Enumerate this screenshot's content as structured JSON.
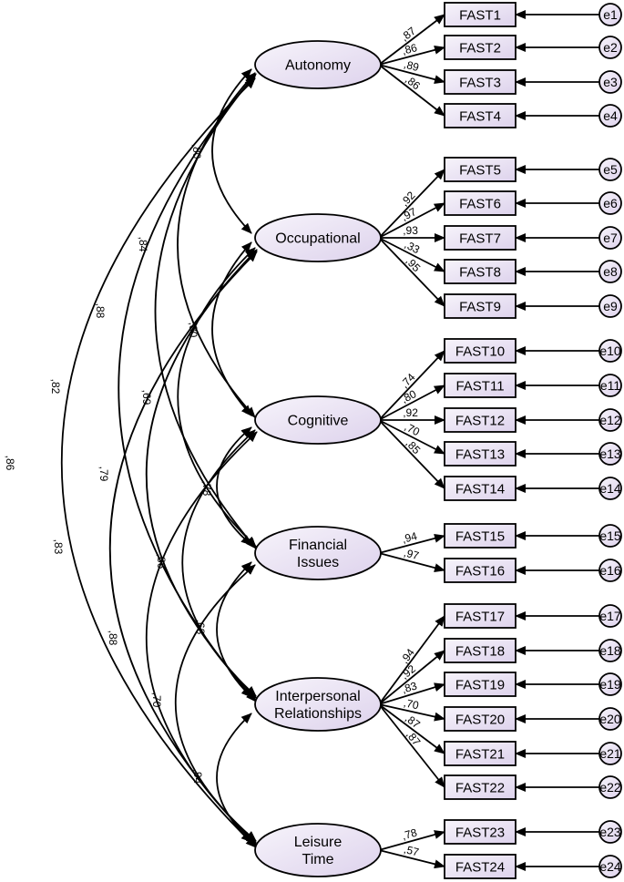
{
  "latent": {
    "autonomy": {
      "label": [
        "Autonomy"
      ]
    },
    "occupational": {
      "label": [
        "Occupational"
      ]
    },
    "cognitive": {
      "label": [
        "Cognitive"
      ]
    },
    "financial": {
      "label": [
        "Financial",
        "Issues"
      ]
    },
    "interpersonal": {
      "label": [
        "Interpersonal",
        "Relationships"
      ]
    },
    "leisure": {
      "label": [
        "Leisure",
        "Time"
      ]
    }
  },
  "indicators": [
    {
      "label": "FAST1",
      "error": "e1",
      "loading": ",87",
      "factor": "autonomy"
    },
    {
      "label": "FAST2",
      "error": "e2",
      "loading": ",86",
      "factor": "autonomy"
    },
    {
      "label": "FAST3",
      "error": "e3",
      "loading": ",89",
      "factor": "autonomy"
    },
    {
      "label": "FAST4",
      "error": "e4",
      "loading": ",86",
      "factor": "autonomy"
    },
    {
      "label": "FAST5",
      "error": "e5",
      "loading": ",92",
      "factor": "occupational"
    },
    {
      "label": "FAST6",
      "error": "e6",
      "loading": ",97",
      "factor": "occupational"
    },
    {
      "label": "FAST7",
      "error": "e7",
      "loading": ",93",
      "factor": "occupational"
    },
    {
      "label": "FAST8",
      "error": "e8",
      "loading": ",33",
      "factor": "occupational"
    },
    {
      "label": "FAST9",
      "error": "e9",
      "loading": ",95",
      "factor": "occupational"
    },
    {
      "label": "FAST10",
      "error": "e10",
      "loading": ",74",
      "factor": "cognitive"
    },
    {
      "label": "FAST11",
      "error": "e11",
      "loading": ",80",
      "factor": "cognitive"
    },
    {
      "label": "FAST12",
      "error": "e12",
      "loading": ",92",
      "factor": "cognitive"
    },
    {
      "label": "FAST13",
      "error": "e13",
      "loading": ",70",
      "factor": "cognitive"
    },
    {
      "label": "FAST14",
      "error": "e14",
      "loading": ",85",
      "factor": "cognitive"
    },
    {
      "label": "FAST15",
      "error": "e15",
      "loading": ",94",
      "factor": "financial"
    },
    {
      "label": "FAST16",
      "error": "e16",
      "loading": ",97",
      "factor": "financial"
    },
    {
      "label": "FAST17",
      "error": "e17",
      "loading": ",94",
      "factor": "interpersonal"
    },
    {
      "label": "FAST18",
      "error": "e18",
      "loading": ",92",
      "factor": "interpersonal"
    },
    {
      "label": "FAST19",
      "error": "e19",
      "loading": ",83",
      "factor": "interpersonal"
    },
    {
      "label": "FAST20",
      "error": "e20",
      "loading": ",70",
      "factor": "interpersonal"
    },
    {
      "label": "FAST21",
      "error": "e21",
      "loading": ",87",
      "factor": "interpersonal"
    },
    {
      "label": "FAST22",
      "error": "e22",
      "loading": ",87",
      "factor": "interpersonal"
    },
    {
      "label": "FAST23",
      "error": "e23",
      "loading": ",78",
      "factor": "leisure"
    },
    {
      "label": "FAST24",
      "error": "e24",
      "loading": ",57",
      "factor": "leisure"
    }
  ],
  "correlations": [
    {
      "from": "autonomy",
      "to": "occupational",
      "value": ",80"
    },
    {
      "from": "autonomy",
      "to": "cognitive",
      "value": ",84"
    },
    {
      "from": "autonomy",
      "to": "financial",
      "value": ",88"
    },
    {
      "from": "autonomy",
      "to": "interpersonal",
      "value": ",82"
    },
    {
      "from": "autonomy",
      "to": "leisure",
      "value": ",86"
    },
    {
      "from": "occupational",
      "to": "cognitive",
      "value": ",80"
    },
    {
      "from": "occupational",
      "to": "financial",
      "value": ",69"
    },
    {
      "from": "occupational",
      "to": "interpersonal",
      "value": ",79"
    },
    {
      "from": "occupational",
      "to": "leisure",
      "value": ",83"
    },
    {
      "from": "cognitive",
      "to": "financial",
      "value": ",78"
    },
    {
      "from": "cognitive",
      "to": "interpersonal",
      "value": ",86"
    },
    {
      "from": "cognitive",
      "to": "leisure",
      "value": ",88"
    },
    {
      "from": "financial",
      "to": "interpersonal",
      "value": ",68"
    },
    {
      "from": "financial",
      "to": "leisure",
      "value": ",70"
    },
    {
      "from": "interpersonal",
      "to": "leisure",
      "value": ",94"
    }
  ],
  "colors": {
    "node_fill_light": "#f4f0fa",
    "node_fill_dark": "#e2d8ef",
    "stroke": "#000000"
  }
}
